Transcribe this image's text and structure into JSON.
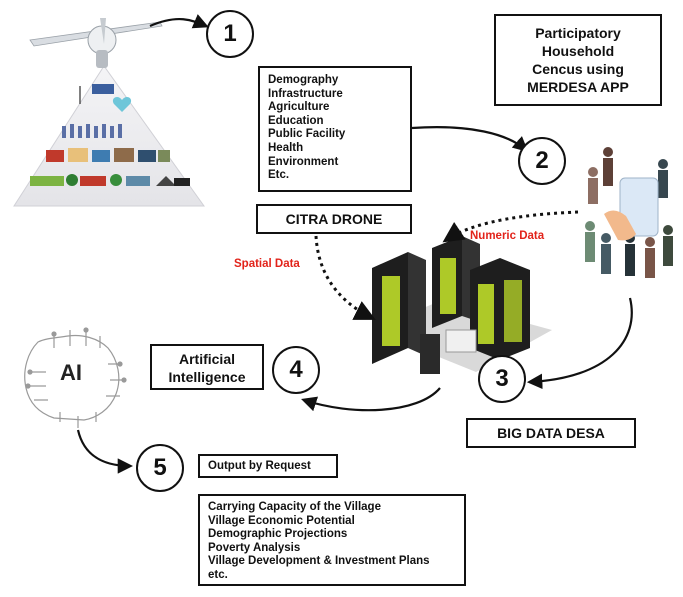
{
  "steps": {
    "s1": "1",
    "s2": "2",
    "s3": "3",
    "s4": "4",
    "s5": "5"
  },
  "data_categories": [
    "Demography",
    "Infrastructure",
    "Agriculture",
    "Education",
    "Public Facility",
    "Health",
    "Environment",
    "Etc."
  ],
  "participatory_box": {
    "lines": [
      "Participatory",
      "Household",
      "Cencus using",
      "MERDESA APP"
    ]
  },
  "citra_drone_label": "CITRA DRONE",
  "spatial_data_label": "Spatial Data",
  "numeric_data_label": "Numeric Data",
  "ai_box": {
    "lines": [
      "Artificial",
      "Intelligence"
    ]
  },
  "ai_icon_text": "AI",
  "big_data_label": "BIG DATA DESA",
  "output_label": "Output by Request",
  "outputs": [
    "Carrying Capacity of the Village",
    "Village Economic Potential",
    "Demographic Projections",
    "Poverty Analysis",
    "Village Development & Investment Plans",
    "etc."
  ],
  "colors": {
    "accent_red": "#e2231a",
    "server_green": "#c8e82a",
    "server_dark": "#2a2a2a"
  }
}
